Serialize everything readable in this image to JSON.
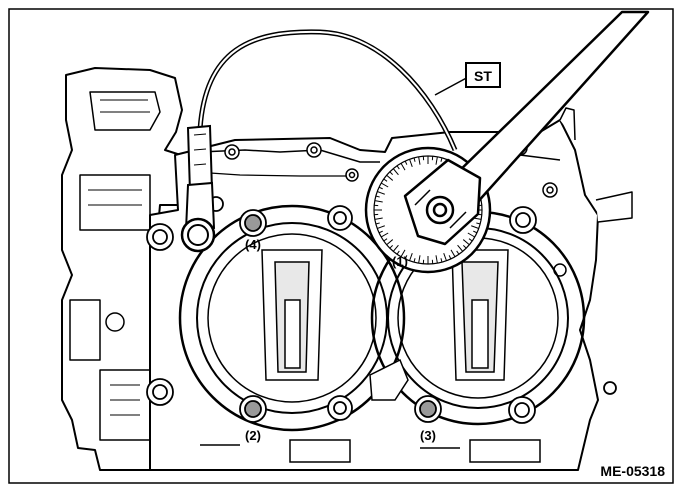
{
  "figure": {
    "callout_tool": "ST",
    "callouts": [
      "(1)",
      "(2)",
      "(3)",
      "(4)"
    ],
    "figure_code": "ME-05318"
  }
}
